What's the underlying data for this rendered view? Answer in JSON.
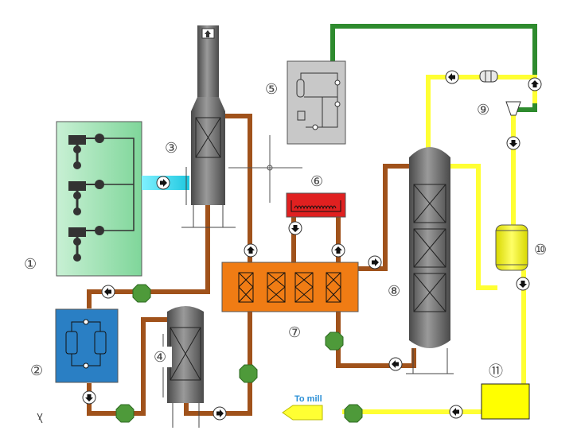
{
  "labels": {
    "n1": "①",
    "n2": "②",
    "n3": "③",
    "n4": "④",
    "n5": "⑤",
    "n6": "⑥",
    "n7": "⑦",
    "n8": "⑧",
    "n9": "⑨",
    "n10": "⑩",
    "n11": "⑪",
    "to_mill": "To mill"
  },
  "colors": {
    "brown_pipe": "#a0521b",
    "yellow_pipe": "#ffff33",
    "green_pipe": "#2e8b2e",
    "cyan_flow": "#33d6e6",
    "orange_hx": "#f07c14",
    "red_heater": "#e02020",
    "grey_vessel": "#6a6a6a",
    "blue_box": "#2a7fc4",
    "green_panel": "#9ee0b0",
    "yellow_tank": "#ffff00",
    "green_pump": "#4e9a3a"
  },
  "icons": {
    "flow_arrow": "arrow-circle-icon",
    "pump": "pump-icon",
    "packing": "packing-cross-icon"
  }
}
